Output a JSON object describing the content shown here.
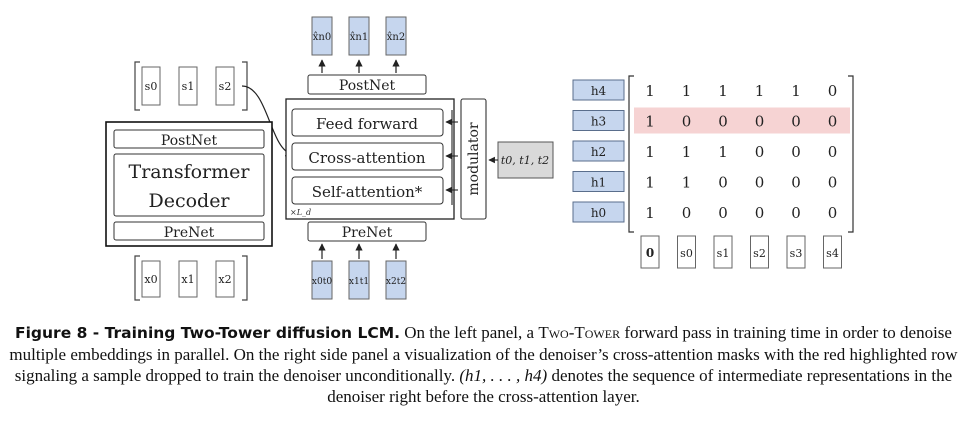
{
  "left_panel": {
    "sources_top": [
      "s0",
      "s1",
      "s2"
    ],
    "sources_bottom": [
      "x0",
      "x1",
      "x2"
    ],
    "decoder": {
      "postnet": "PostNet",
      "title_line1": "Transformer",
      "title_line2": "Decoder",
      "prenet": "PreNet"
    }
  },
  "denoiser": {
    "outputs": [
      "x̂n0",
      "x̂n1",
      "x̂n2"
    ],
    "postnet": "PostNet",
    "feed_forward": "Feed forward",
    "cross_attention": "Cross-attention",
    "self_attention": "Self-attention*",
    "repeat_label": "×L_d",
    "prenet": "PreNet",
    "modulator": "modulator",
    "timesteps": "t0, t1, t2",
    "noisy_inputs": [
      "x0t0",
      "x1t1",
      "x2t2"
    ]
  },
  "mask": {
    "rows": [
      {
        "label": "h4",
        "values": [
          "1",
          "1",
          "1",
          "1",
          "1",
          "0"
        ],
        "highlight": false
      },
      {
        "label": "h3",
        "values": [
          "1",
          "0",
          "0",
          "0",
          "0",
          "0"
        ],
        "highlight": true
      },
      {
        "label": "h2",
        "values": [
          "1",
          "1",
          "1",
          "0",
          "0",
          "0"
        ],
        "highlight": false
      },
      {
        "label": "h1",
        "values": [
          "1",
          "1",
          "0",
          "0",
          "0",
          "0"
        ],
        "highlight": false
      },
      {
        "label": "h0",
        "values": [
          "1",
          "0",
          "0",
          "0",
          "0",
          "0"
        ],
        "highlight": false
      }
    ],
    "columns": [
      "0",
      "s0",
      "s1",
      "s2",
      "s3",
      "s4"
    ],
    "highlight_color": "#f6d3d3",
    "h_box_color": "#c6d6ee"
  },
  "caption": {
    "label": "Figure 8",
    "dash": " - ",
    "title": "Training Two-Tower diffusion LCM.",
    "part1": " On the left panel, a ",
    "smallcaps": "Two-Tower",
    "part2": " forward pass in training time in order to denoise multiple embeddings in parallel. On the right side panel a visualization of the denoiser’s cross-attention masks with the red highlighted row signaling a sample dropped to train the denoiser unconditionally. ",
    "math": "(h1, . . . , h4)",
    "part3": " denotes the sequence of intermediate representations in the denoiser right before the cross-attention layer."
  }
}
